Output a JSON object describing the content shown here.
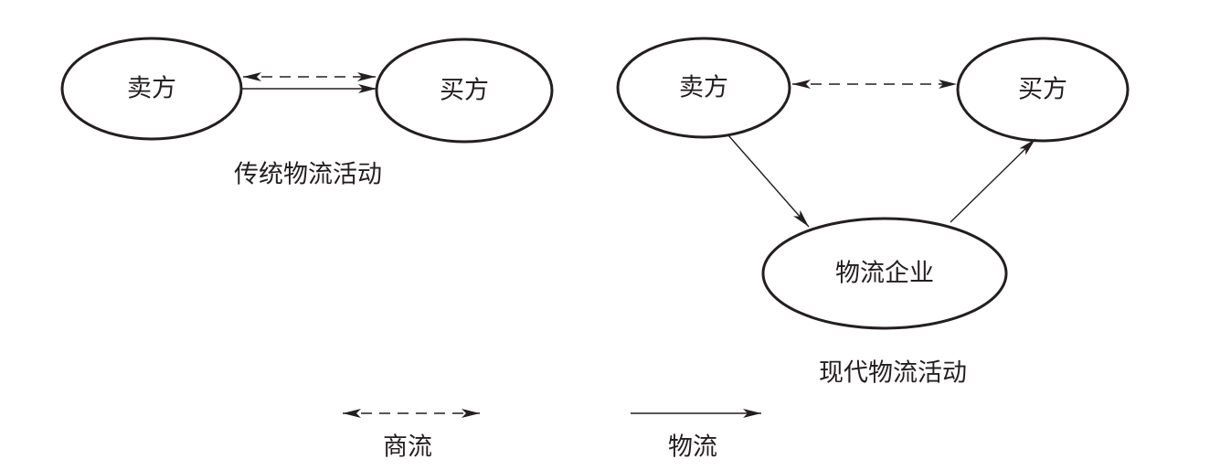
{
  "traditional": {
    "seller": "卖方",
    "buyer": "买方",
    "caption": "传统物流活动"
  },
  "modern": {
    "seller": "卖方",
    "buyer": "买方",
    "logistics_company": "物流企业",
    "caption": "现代物流活动"
  },
  "legend": {
    "commerce_flow": "商流",
    "logistics_flow": "物流"
  },
  "colors": {
    "ink": "#231f20",
    "background": "#ffffff"
  }
}
